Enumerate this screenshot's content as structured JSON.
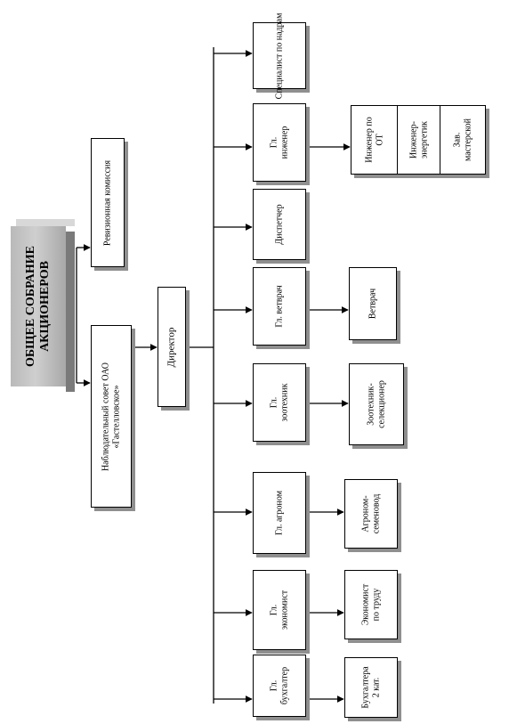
{
  "shareholders": {
    "line1": "ОБЩЕЕ СОБРАНИЕ",
    "line2": "АКЦИОНЕРОВ"
  },
  "audit": {
    "label": "Ревизионная комиссия"
  },
  "board": {
    "line1": "Наблюдательный совет ОАО",
    "line2": "«Гастелловское»"
  },
  "director": {
    "label": "Директор"
  },
  "chiefs": {
    "subsoil": {
      "label": "Специалист по надрам"
    },
    "engineer": {
      "line1": "Гл.",
      "line2": "инженер"
    },
    "dispatcher": {
      "label": "Диспетчер"
    },
    "vet": {
      "label": "Гл. ветврач"
    },
    "zoo": {
      "line1": "Гл.",
      "line2": "зоотехник"
    },
    "agro": {
      "label": "Гл. агроном"
    },
    "econ": {
      "line1": "Гл.",
      "line2": "экономист"
    },
    "acct": {
      "line1": "Гл.",
      "line2": "бухгалтер"
    }
  },
  "subs": {
    "safety": {
      "line1": "Инженер по",
      "line2": "ОТ"
    },
    "energy": {
      "line1": "Инженер-",
      "line2": "энергетик"
    },
    "workshop": {
      "line1": "Зав.",
      "line2": "мастерской"
    },
    "vet": {
      "label": "Ветврач"
    },
    "zoo": {
      "line1": "Зоотехник-",
      "line2": "селекционер"
    },
    "agro": {
      "line1": "Агроном-",
      "line2": "семеновод"
    },
    "econ": {
      "line1": "Экономист",
      "line2": "по труду"
    },
    "acct": {
      "line1": "Бухгалтера",
      "line2": "2 кат."
    }
  }
}
